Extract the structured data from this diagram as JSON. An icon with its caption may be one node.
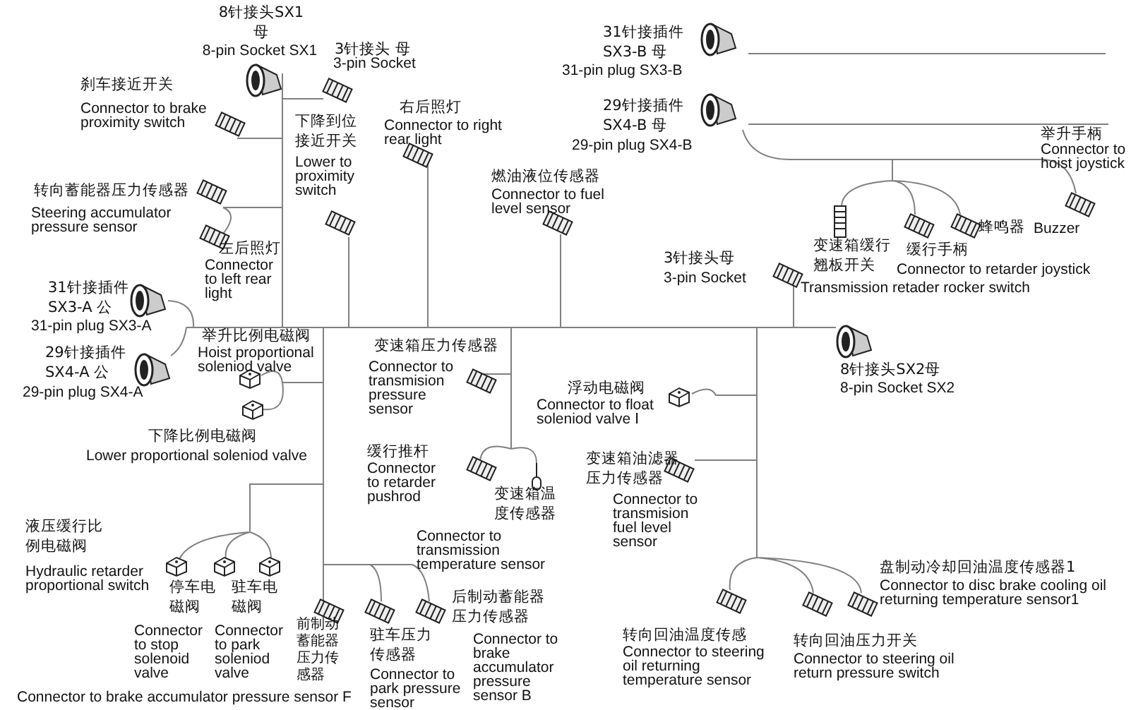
{
  "diagram": {
    "nodes": [
      {
        "text": [
          "8针接头SX1 母",
          "8-pin Socket SX1"
        ]
      },
      {
        "text": [
          "3针接头 母",
          "3-pin Socket"
        ]
      },
      {
        "text": [
          "刹车接近开关",
          "Connector to brake proximity switch"
        ]
      },
      {
        "text": [
          "下降到位接近开关",
          "Lower to proximity switch"
        ]
      },
      {
        "text": [
          "右后照灯",
          "Connector to right rear light"
        ]
      },
      {
        "text": [
          "转向蓄能器压力传感器",
          "Steering accumulator pressure sensor"
        ]
      },
      {
        "text": [
          "左后照灯",
          "Connector to left rear light"
        ]
      },
      {
        "text": [
          "燃油液位传感器",
          "Connector to fuel level sensor"
        ]
      },
      {
        "text": [
          "31针接插件SX3-A 公",
          "31-pin plug SX3-A"
        ]
      },
      {
        "text": [
          "31针接插件SX3-B 母",
          "31-pin plug SX3-B"
        ]
      },
      {
        "text": [
          "29针接插件SX4-B 母",
          "29-pin plug SX4-B"
        ]
      },
      {
        "text": [
          "举升手柄",
          "Connector to hoist joystick"
        ]
      },
      {
        "text": [
          "变速箱缓行翘板开关",
          "Transmission retader rocker switch"
        ]
      },
      {
        "text": [
          "缓行手柄",
          "Connector to retarder joystick"
        ]
      },
      {
        "text": [
          "蜂鸣器",
          "Buzzer"
        ]
      },
      {
        "text": [
          "3针接头母",
          "3-pin Socket"
        ]
      },
      {
        "text": [
          "8针接头SX2母",
          "8-pin Socket SX2"
        ]
      },
      {
        "text": [
          "29针接插件SX4-A 公",
          "29-pin plug SX4-A"
        ]
      },
      {
        "text": [
          "举升比例电磁阀",
          "Hoist proportional soleniod valve"
        ]
      },
      {
        "text": [
          "下降比例电磁阀",
          "Lower proportional soleniod valve"
        ]
      },
      {
        "text": [
          "变速箱压力传感器",
          "Connector to transmision pressure sensor"
        ]
      },
      {
        "text": [
          "浮动电磁阀",
          "Connector to float soleniod valve Ⅰ"
        ]
      },
      {
        "text": [
          "缓行推杆",
          "Connector to retarder pushrod"
        ]
      },
      {
        "text": [
          "变速箱温度传感器",
          "Connector to transmission temperature sensor"
        ]
      },
      {
        "text": [
          "变速箱油滤器压力传感器",
          "Connector to transmision fuel level sensor"
        ]
      },
      {
        "text": [
          "液压缓行比例电磁阀",
          "Hydraulic retarder proportional switch"
        ]
      },
      {
        "text": [
          "停车电磁阀",
          "Connector to stop solenoid valve"
        ]
      },
      {
        "text": [
          "驻车电磁阀",
          "Connector to park soleniod valve"
        ]
      },
      {
        "text": [
          "前制动蓄能器压力传感器",
          "Connector to brake accumulator pressure sensor F"
        ]
      },
      {
        "text": [
          "驻车压力传感器",
          "Connector to park pressure sensor"
        ]
      },
      {
        "text": [
          "后制动蓄能器压力传感器",
          "Connector to brake accumulator pressure sensor B"
        ]
      },
      {
        "text": [
          "盘制动冷却回油温度传感器1",
          "Connector to disc brake  cooling oil returning temperature sensor1"
        ]
      },
      {
        "text": [
          "转向回油温度传感",
          "Connector to steering oil returning temperature sensor"
        ]
      },
      {
        "text": [
          "转向回油压力开关",
          "Connector to steering oil return pressure switch"
        ]
      }
    ]
  }
}
